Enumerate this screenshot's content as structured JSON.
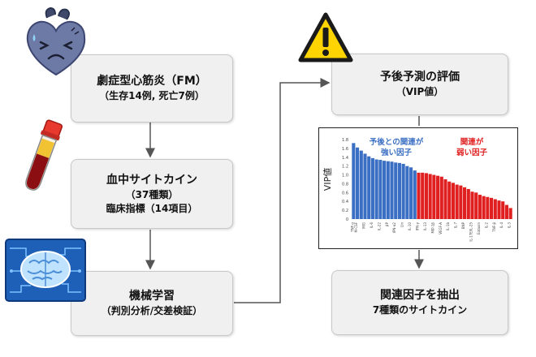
{
  "boxes": {
    "fm": {
      "line1": "劇症型心筋炎（FM）",
      "line2": "（生存14例, 死亡7例）"
    },
    "cytokine": {
      "line1": "血中サイトカイン",
      "line2": "（37種類）",
      "line3": "臨床指標（14項目）"
    },
    "ml": {
      "line1": "機械学習",
      "line2": "（判別分析/交差検証）"
    },
    "predict": {
      "line1": "予後予測の評価",
      "line2": "（VIP値）"
    },
    "extract": {
      "line1": "関連因子を抽出",
      "line2": "7種類のサイトカイン"
    }
  },
  "icons": {
    "heart": "heart-face-icon",
    "blood": "blood-tube-icon",
    "brain": "brain-circuit-icon",
    "warning": "warning-icon"
  },
  "colors": {
    "strong": "#3b6fc4",
    "weak": "#e02020",
    "arrow": "#555555"
  },
  "chart_data": {
    "type": "bar",
    "ylabel": "VIP値",
    "ylim": [
      0,
      1.8
    ],
    "yticks": [
      "1.8",
      "1.6",
      "1.4",
      "1.2",
      "1.0",
      "0.8",
      "0.6",
      "0.4",
      "0.2",
      "0"
    ],
    "annotations": {
      "strong": {
        "line1": "予後との関連が",
        "line2": "強い因子"
      },
      "weak": {
        "line1": "関連が",
        "line2": "弱い因子"
      }
    },
    "categories": [
      "TNF-α",
      "M-CSF",
      "",
      "MIG",
      "",
      "IL-6",
      "",
      "IL-22",
      "",
      "βP",
      "",
      "IPN-α2",
      "",
      "LIn",
      "",
      "IL-10",
      "",
      "IFN-γ",
      "",
      "IL-13",
      "",
      "MIP-1β",
      "",
      "VEGF-A",
      "",
      "IL-1b",
      "",
      "IL-7",
      "",
      "BNP",
      "",
      "IL-17E/IL-25",
      "",
      "Eotaxin",
      "",
      "IL-2",
      "",
      "TNF-β",
      "",
      "IL-4",
      "",
      "IL-3"
    ],
    "values": [
      1.72,
      1.62,
      1.55,
      1.48,
      1.42,
      1.38,
      1.35,
      1.34,
      1.32,
      1.31,
      1.3,
      1.28,
      1.27,
      1.25,
      1.2,
      1.17,
      1.1,
      1.05,
      1.05,
      1.04,
      1.02,
      1.0,
      0.98,
      0.96,
      0.9,
      0.85,
      0.82,
      0.78,
      0.76,
      0.72,
      0.68,
      0.62,
      0.6,
      0.55,
      0.52,
      0.5,
      0.48,
      0.45,
      0.42,
      0.4,
      0.32,
      0.25
    ],
    "strong_count": 17
  }
}
